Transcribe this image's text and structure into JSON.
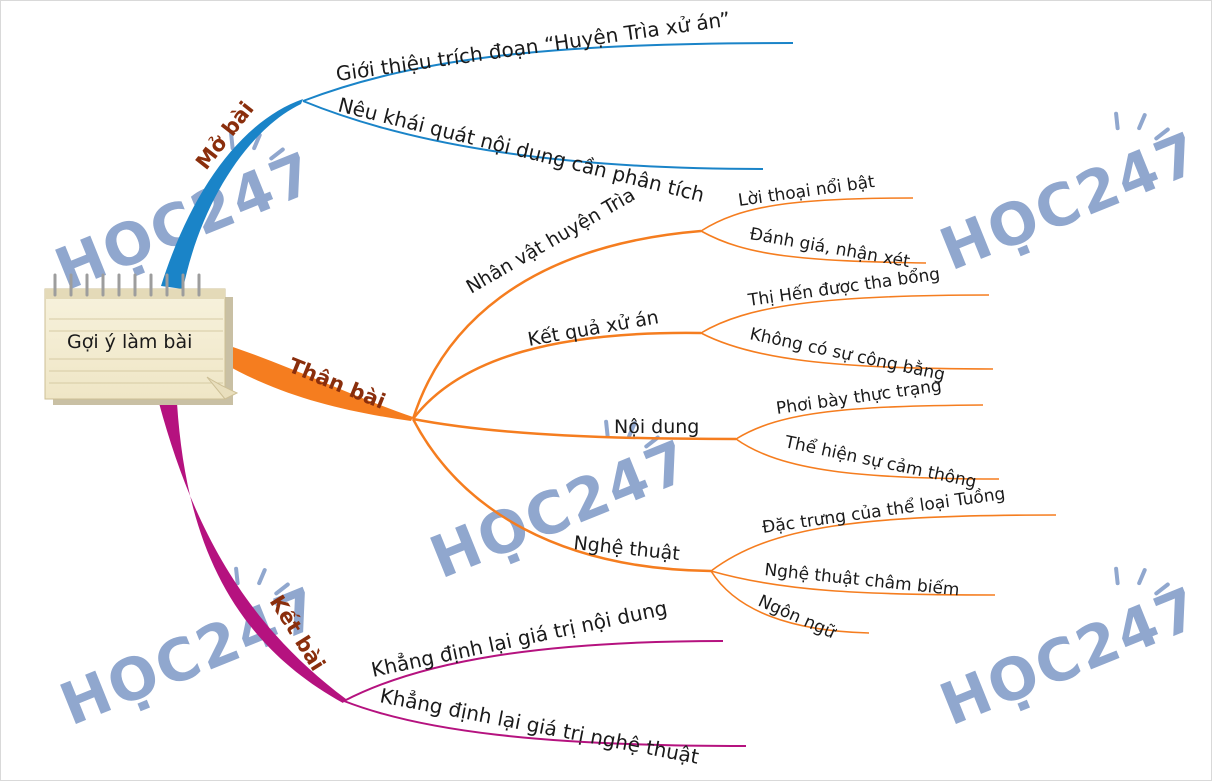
{
  "central": {
    "label": "Gợi ý làm bài"
  },
  "branches": {
    "mo_bai": {
      "label": "Mở bài",
      "color": "#1a84c8",
      "children": [
        "Giới thiệu trích đoạn “Huyện Trìa xử án”",
        "Nêu khái quát nội dung cần phân tích"
      ]
    },
    "than_bai": {
      "label": "Thân bài",
      "color": "#f57d1f",
      "children": [
        {
          "label": "Nhân vật huyện Trìa",
          "children": [
            "Lời thoại nổi bật",
            "Đánh giá, nhận xét"
          ]
        },
        {
          "label": "Kết quả xử án",
          "children": [
            "Thị Hến được tha bổng",
            "Không có sự công bằng"
          ]
        },
        {
          "label": "Nội dung",
          "children": [
            "Phơi bày thực trạng",
            "Thể hiện sự cảm thông"
          ]
        },
        {
          "label": "Nghệ thuật",
          "children": [
            "Đặc trưng của thể loại Tuồng",
            "Nghệ thuật châm biếm",
            "Ngôn ngữ"
          ]
        }
      ]
    },
    "ket_bai": {
      "label": "Kết bài",
      "color": "#b5127f",
      "children": [
        "Khẳng định lại giá trị nội dung",
        "Khẳng định lại giá trị nghệ thuật"
      ]
    }
  },
  "watermark": {
    "text": "HỌC247"
  }
}
